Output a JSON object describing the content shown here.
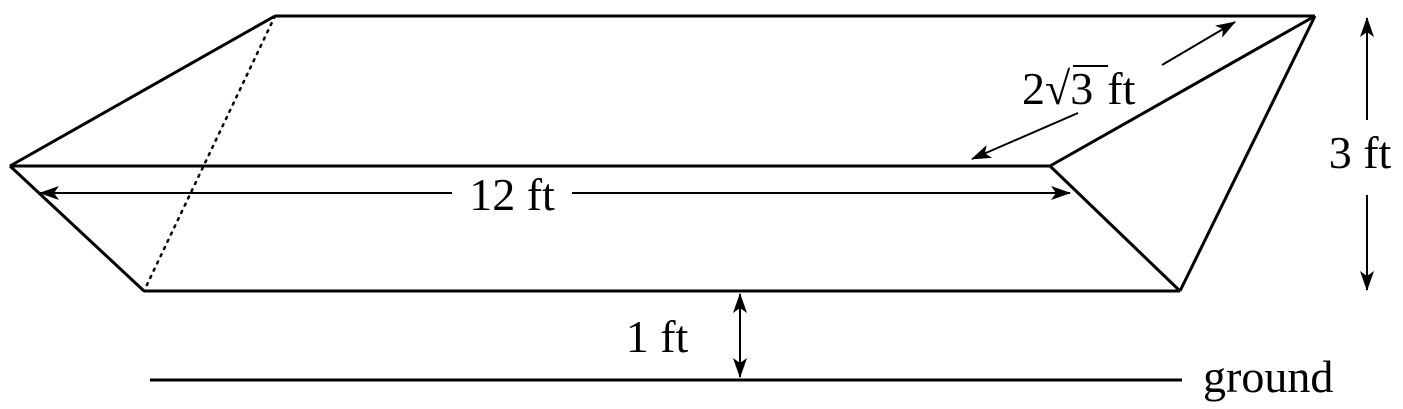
{
  "labels": {
    "length": "12 ft",
    "slant_coef": "2",
    "slant_radicand": "3",
    "slant_unit": "ft",
    "height": "3 ft",
    "clearance": "1 ft",
    "ground": "ground"
  },
  "colors": {
    "stroke": "#000000",
    "background": "#ffffff"
  }
}
